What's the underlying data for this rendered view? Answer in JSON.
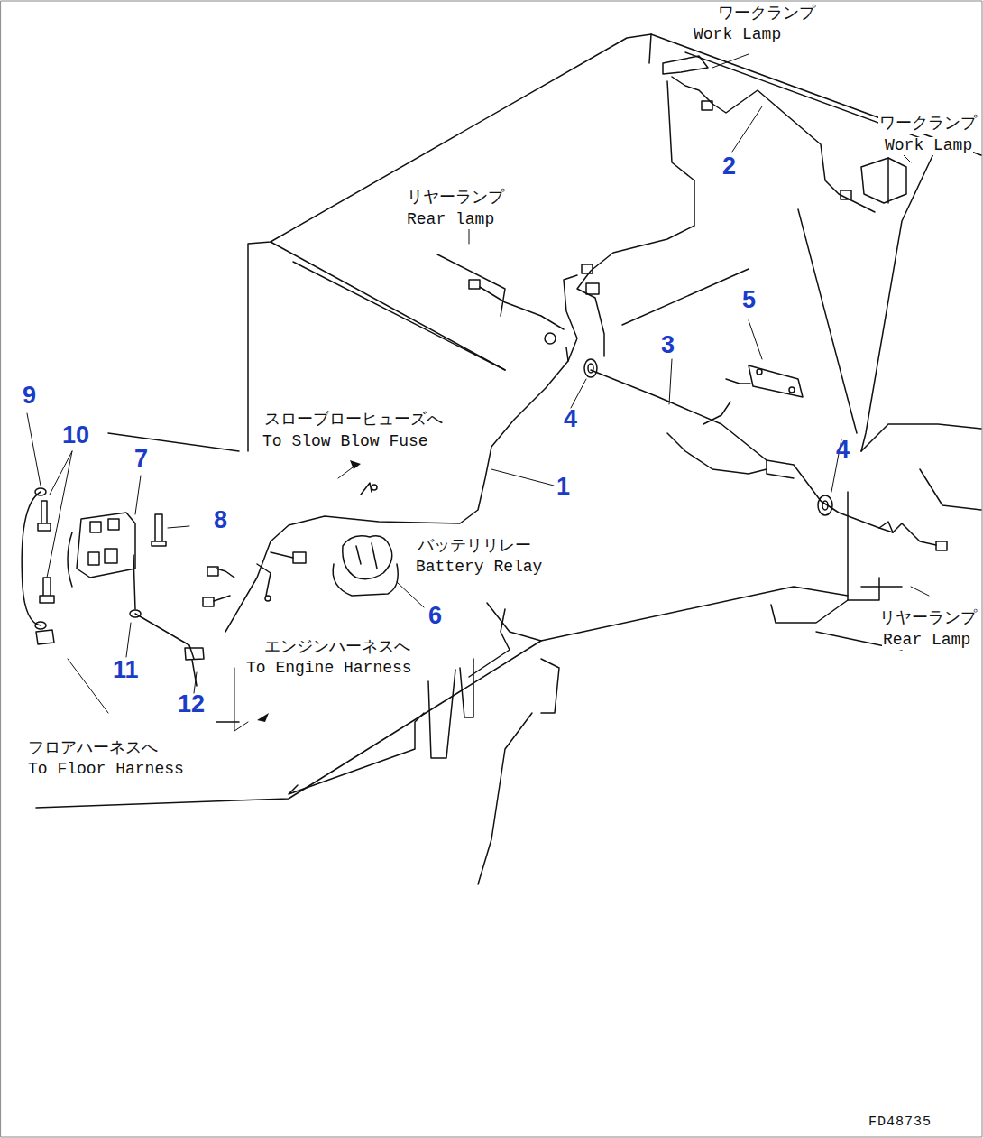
{
  "diagram": {
    "labels": [
      "ワークランプ",
      "Work Lamp",
      "ワークランプ",
      "Work Lamp",
      "リヤーランプ",
      "Rear lamp",
      "リヤーランプ",
      "Rear Lamp",
      "スローブローヒューズへ",
      "To Slow Blow Fuse",
      "バッテリリレー",
      "Battery Relay",
      "エンジンハーネスへ",
      "To Engine Harness",
      "フロアハーネスへ",
      "To Floor Harness",
      "FD48735",
      "1",
      "2",
      "3",
      "4",
      "5",
      "4",
      "6",
      "7",
      "8",
      "9",
      "10",
      "11",
      "12"
    ]
  }
}
